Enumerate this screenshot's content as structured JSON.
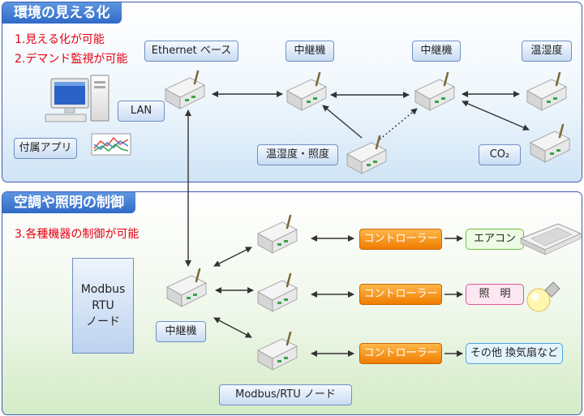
{
  "top": {
    "title": "環境の見える化",
    "points": [
      "1.見える化が可能",
      "2.デマンド監視が可能"
    ],
    "labels": {
      "ethernet_base": "Ethernet ベース",
      "relay1": "中継機",
      "relay2": "中継機",
      "temp_humid_right": "温湿度",
      "lan": "LAN",
      "app": "付属アプリ",
      "temp_humid_lux": "温湿度・照度",
      "co2": "CO₂"
    }
  },
  "bottom": {
    "title": "空調や照明の制御",
    "point": "3.各種機器の制御が可能",
    "modbus_box": [
      "Modbus",
      "RTU",
      "ノード"
    ],
    "relay": "中継機",
    "modbus_node": "Modbus/RTU ノード",
    "controller": "コントローラー",
    "devices": {
      "aircon": "エアコン",
      "light": "照　明",
      "other": "その他 換気扇など"
    }
  },
  "colors": {
    "tab": "#2f6ac8",
    "red_text": "#e60012",
    "controller": "#ef7d00",
    "aircon_border": "#6cbf3c",
    "light_border": "#e0559a",
    "other_border": "#4aa3df"
  }
}
